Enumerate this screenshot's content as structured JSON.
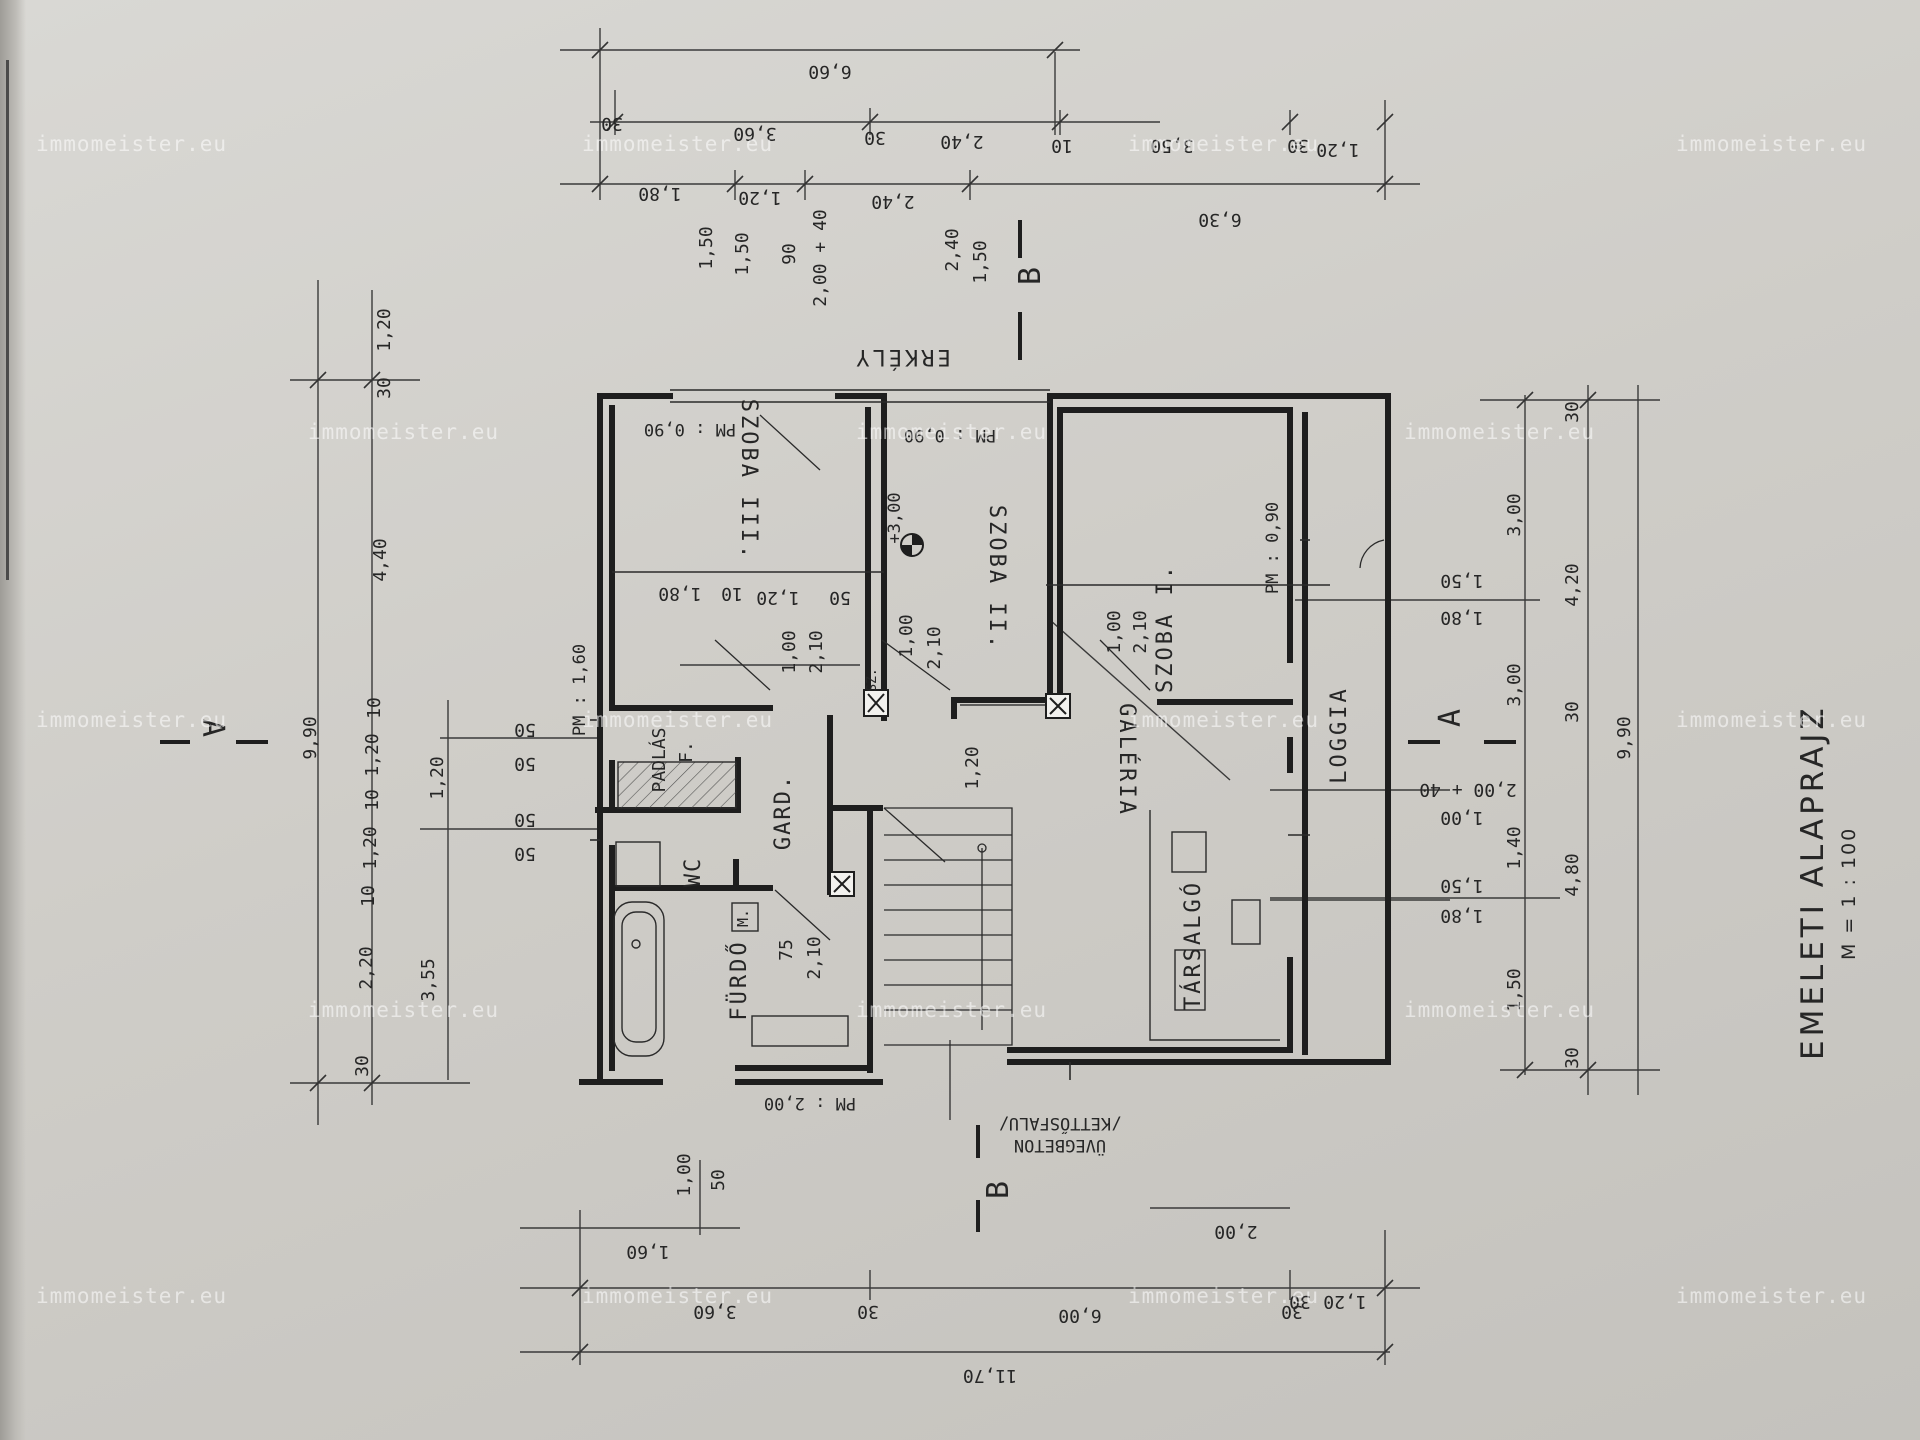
{
  "drawing": {
    "title": "EMELETI ALAPRAJZ",
    "scale": "M = 1 : 100",
    "watermark": "immomeister.eu"
  },
  "rooms": {
    "szoba1": "SZOBA I.",
    "szoba2": "SZOBA II.",
    "szoba3": "SZOBA III.",
    "erkely": "ERKÉLY",
    "loggia": "LOGGIA",
    "galeria": "GALÉRIA",
    "tarsalgo": "TÁRSALGÓ",
    "furdo": "FÜRDŐ",
    "wc": "WC",
    "gard": "GARD.",
    "padlas": "PADLÁS",
    "padlas_f": "F."
  },
  "sections": {
    "a": "A",
    "b": "B"
  },
  "notes": {
    "level": "+3,00",
    "pm_090": "PM : 0,90",
    "pm_160": "PM : 1,60",
    "pm_200": "PM : 2,00",
    "glass_block": "ÜVEGBETON",
    "glass_block_sub": "/KETTŐSFALU/",
    "sz": "SZ.",
    "m": "M."
  },
  "dimensions": {
    "top_outer": [
      "6,60",
      "6,30"
    ],
    "top_mid": [
      "30",
      "3,60",
      "30",
      "2,40",
      "10",
      "3,50",
      "30",
      "1,20"
    ],
    "top_inner": [
      "1,80",
      "1,20",
      "2,40"
    ],
    "erkely_stack": [
      "1,50",
      "1,50",
      "90",
      "2,00 + 40",
      "2,40",
      "1,50"
    ],
    "left_outer": [
      "9,90",
      "30",
      "1,20",
      "4,40",
      "10",
      "1,20",
      "10",
      "1,20",
      "10",
      "2,20",
      "30"
    ],
    "left_inner": [
      "1,20",
      "3,55",
      "50",
      "50",
      "50",
      "50"
    ],
    "right_outer": [
      "9,90",
      "30",
      "4,20",
      "30",
      "4,80",
      "30"
    ],
    "right_inner": [
      "3,00",
      "3,00",
      "1,40",
      "1,50"
    ],
    "right_window": [
      "1,50",
      "1,80",
      "2,00 + 40",
      "1,00",
      "1,50",
      "1,80"
    ],
    "bottom_outer": [
      "11,70",
      "1,60",
      "3,60",
      "30",
      "6,00",
      "30",
      "1,20"
    ],
    "bottom_inner": [
      "1,00",
      "50",
      "2,00",
      "30"
    ],
    "doors": [
      "1,80",
      "10",
      "1,20",
      "50",
      "1,00",
      "2,10",
      "1,00",
      "2,10",
      "1,00",
      "2,10",
      "75",
      "2,10",
      "1,20"
    ]
  }
}
